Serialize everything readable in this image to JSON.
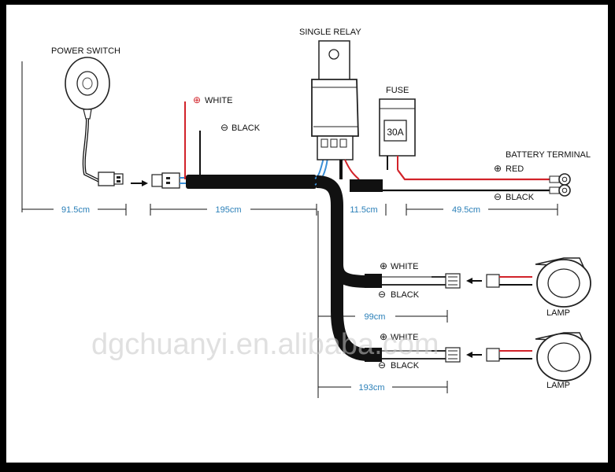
{
  "labels": {
    "power_switch": "POWER SWITCH",
    "single_relay": "SINGLE RELAY",
    "fuse": "FUSE",
    "fuse_rating": "30A",
    "battery_terminal": "BATTERY TERMINAL",
    "white_top": "WHITE",
    "black_top": "BLACK",
    "red_battery": "RED",
    "black_battery": "BLACK",
    "white_lamp1": "WHITE",
    "black_lamp1": "BLACK",
    "white_lamp2": "WHITE",
    "black_lamp2": "BLACK",
    "lamp1": "LAMP",
    "lamp2": "LAMP"
  },
  "symbols": {
    "positive": "⊕",
    "negative": "⊖"
  },
  "dimensions": {
    "switch_lead": "91.5cm",
    "harness_main": "195cm",
    "relay_to_fuse": "11.5cm",
    "battery_lead": "49.5cm",
    "lamp1_lead": "99cm",
    "lamp2_lead": "193cm"
  },
  "watermark": "dgchuanyi.en.alibaba.com",
  "colors": {
    "wire_red": "#d2232a",
    "wire_black": "#111111",
    "wire_blue": "#3a8fd6",
    "dimension": "#2a7fb8",
    "background": "#000000"
  }
}
